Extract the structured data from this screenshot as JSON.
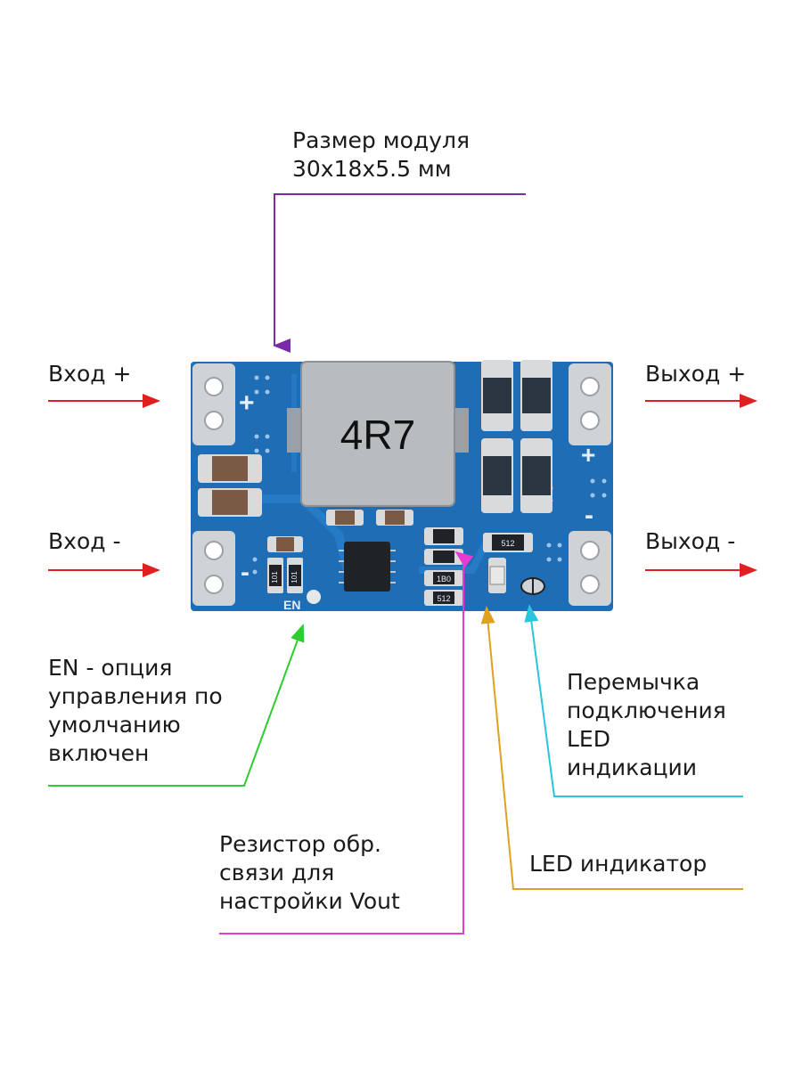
{
  "annotations": {
    "module_size": "Размер модуля\n30x18x5.5 мм",
    "input_plus": "Вход +",
    "input_minus": "Вход -",
    "output_plus": "Выход +",
    "output_minus": "Выход -",
    "enable": "EN - опция\nуправления по\nумолчанию\nвключен",
    "jumper": "Перемычка\nподключения\nLED\nиндикации",
    "led": "LED индикатор",
    "feedback_resistor": "Резистор обр.\nсвязи для\nнастройки Vout"
  },
  "board_markings": {
    "inductor": "4R7",
    "enable_pin": "EN",
    "plus_left": "+",
    "minus_left": "-",
    "plus_right": "+",
    "minus_right": "-",
    "resistor_code_1": "512",
    "resistor_code_2": "512",
    "resistor_code_3": "1B0",
    "resistor_code_4": "101",
    "resistor_code_5": "101"
  },
  "colors": {
    "pcb": "#1f6db5",
    "pad": "#cfd3d6",
    "inductor": "#b9bcbf",
    "size_line": "#7a2aa8",
    "input_output_arrows": "#e02020",
    "enable_line": "#2ecc2e",
    "feedback_line": "#e83ad0",
    "led_line": "#e0a020",
    "jumper_line": "#2ac4dc"
  }
}
